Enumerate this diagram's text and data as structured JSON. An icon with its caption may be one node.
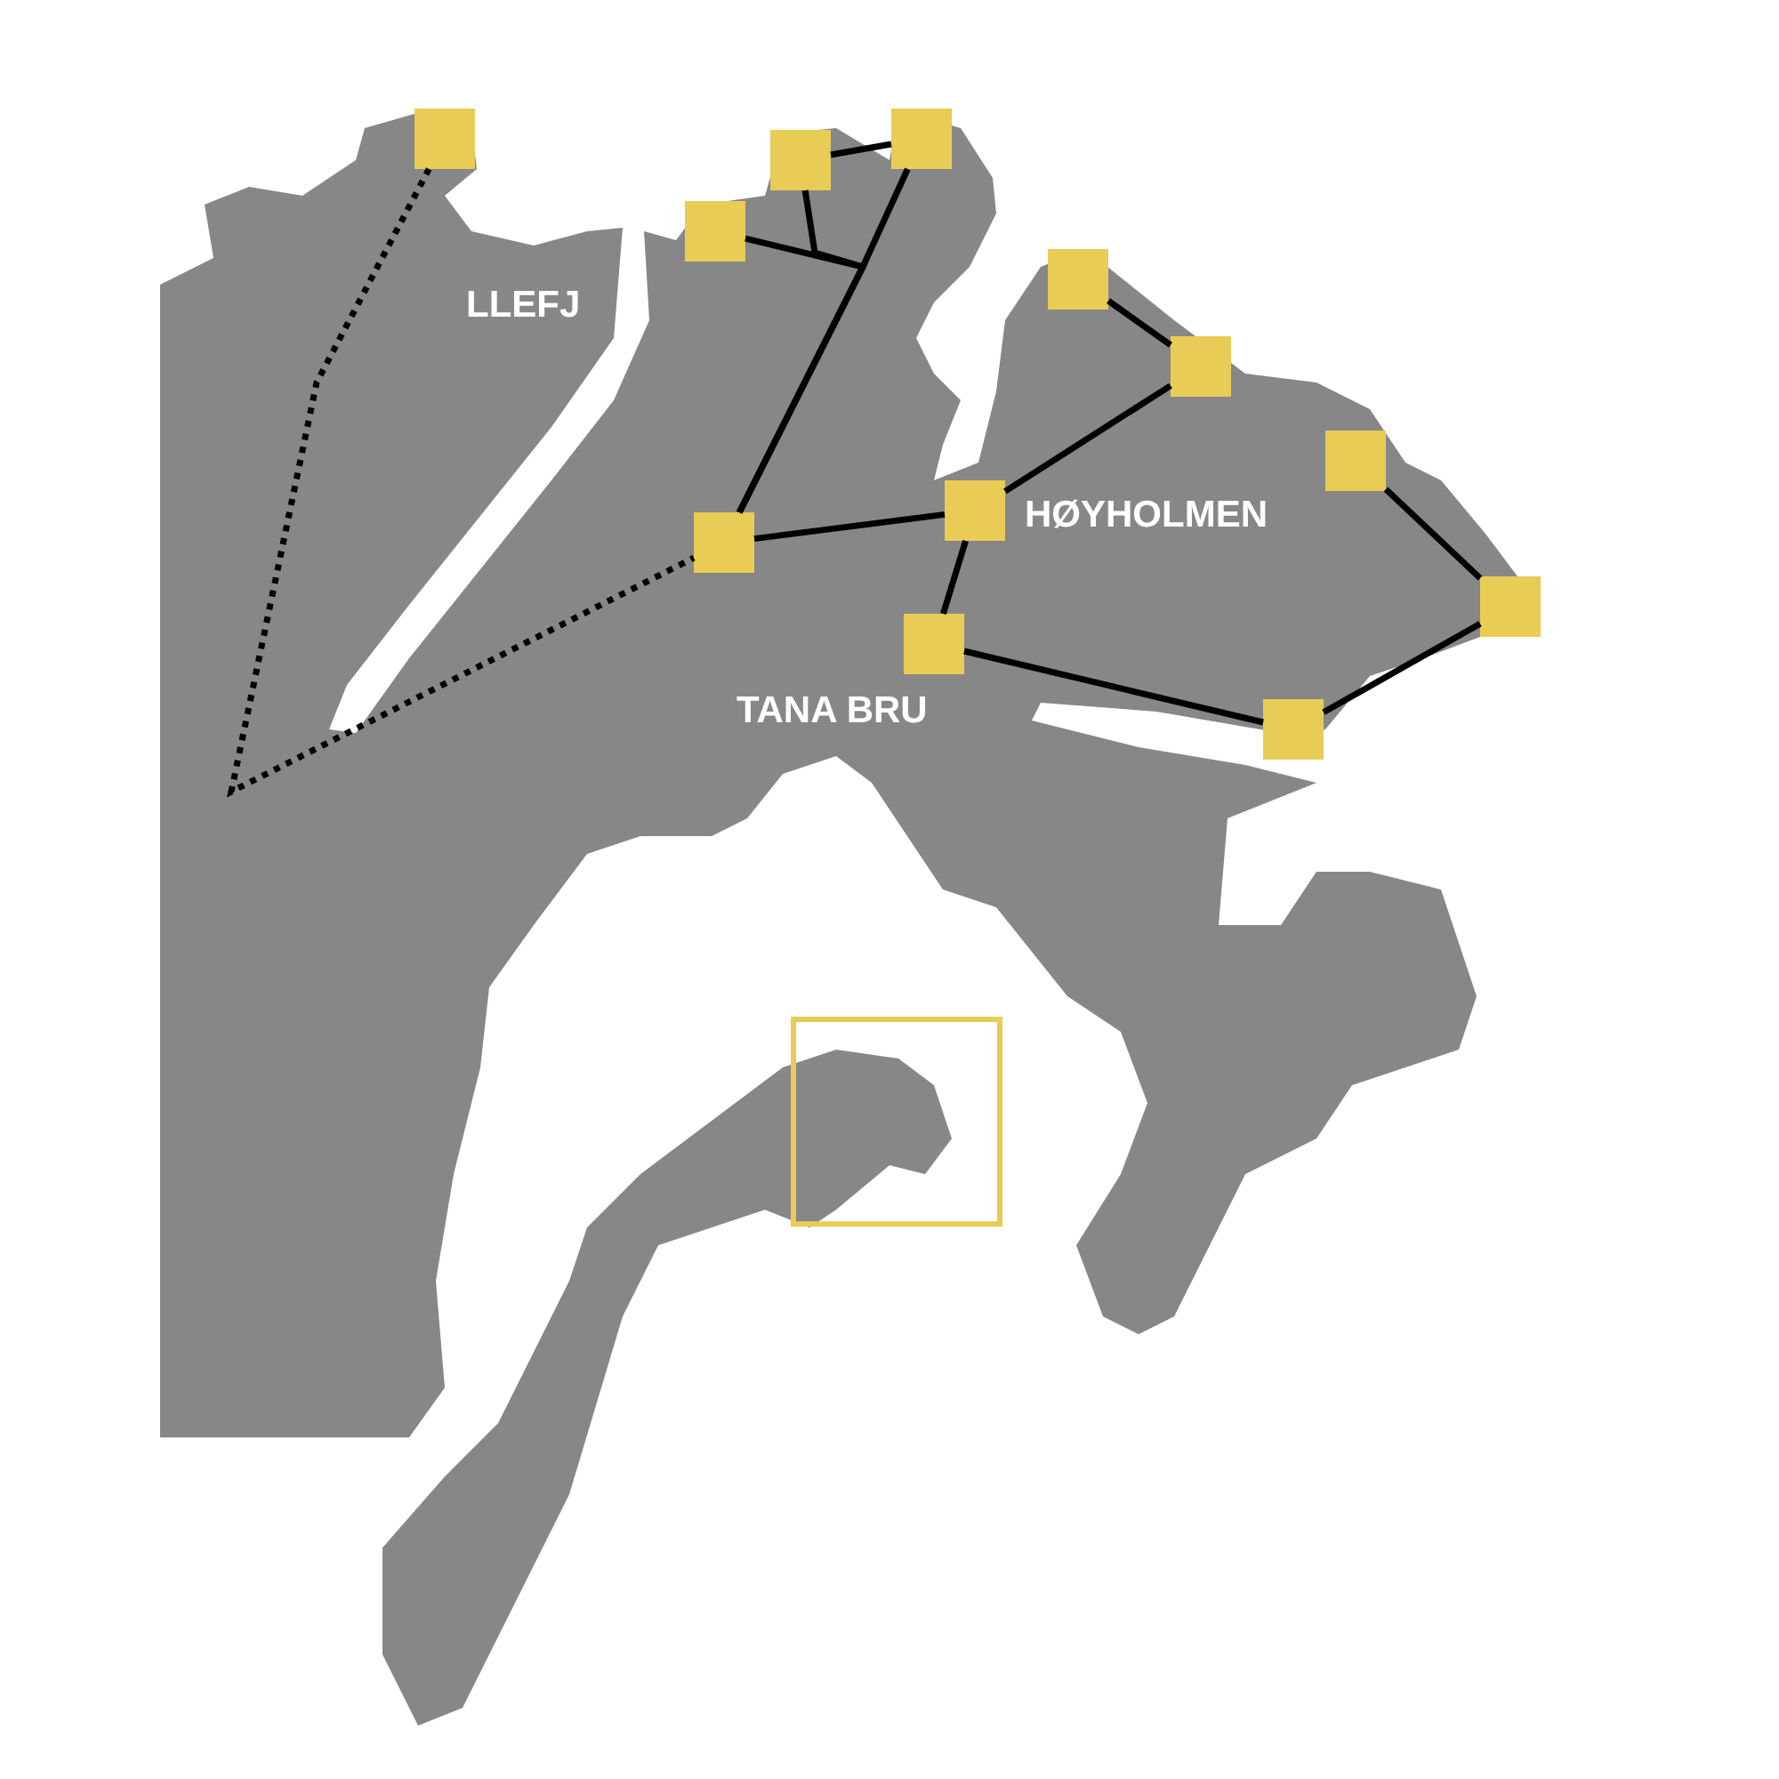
{
  "diagram": {
    "nodes": [
      {
        "text": [],
        "shape": "box"
      },
      {
        "text": [],
        "shape": "box"
      },
      {
        "text": [],
        "shape": "box"
      },
      {
        "text": [],
        "shape": "box"
      },
      {
        "text": [],
        "shape": "box"
      },
      {
        "text": [],
        "shape": "box"
      },
      {
        "text": [],
        "shape": "box"
      },
      {
        "text": [],
        "shape": "box"
      },
      {
        "text": [],
        "shape": "box"
      },
      {
        "text": [],
        "shape": "box"
      },
      {
        "text": [],
        "shape": "box"
      },
      {
        "text": [],
        "shape": "box"
      }
    ],
    "edges": [
      {
        "from": 2,
        "to": 1,
        "arrow": "none"
      },
      {
        "from": 1,
        "to": 7,
        "arrow": "none"
      },
      {
        "from": 2,
        "to": 7,
        "arrow": "none"
      },
      {
        "from": 3,
        "to": 7,
        "arrow": "none"
      },
      {
        "from": 0,
        "to": 7,
        "arrow": "none",
        "style": "dashed"
      },
      {
        "from": 7,
        "to": 8,
        "arrow": "none"
      },
      {
        "from": 8,
        "to": 5,
        "arrow": "none"
      },
      {
        "from": 5,
        "to": 4,
        "arrow": "none"
      },
      {
        "from": 8,
        "to": 10,
        "arrow": "none"
      },
      {
        "from": 10,
        "to": 11,
        "arrow": "none"
      },
      {
        "from": 11,
        "to": 9,
        "arrow": "none"
      },
      {
        "from": 9,
        "to": 6,
        "arrow": "none"
      }
    ],
    "labels": [
      "LLEFJ",
      "HØYHOLMEN",
      "TANA BRU"
    ]
  }
}
